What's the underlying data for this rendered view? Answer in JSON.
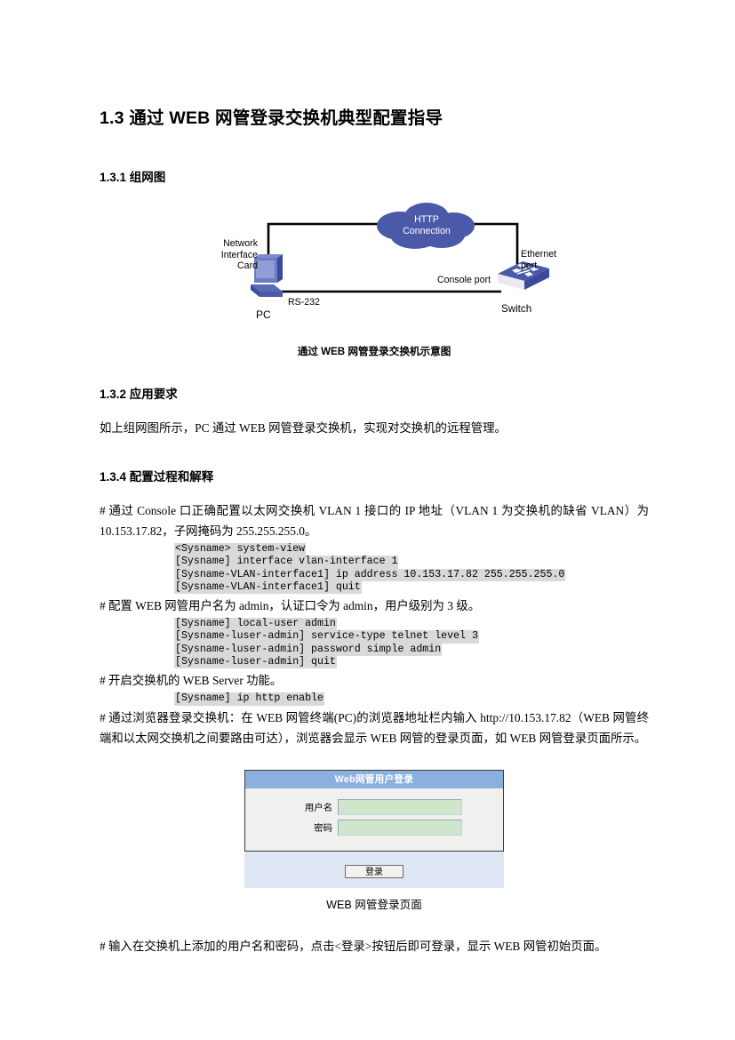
{
  "headings": {
    "section": "1.3  通过 WEB 网管登录交换机典型配置指导",
    "sub_1": "1.3.1  组网图",
    "sub_2": "1.3.2  应用要求",
    "sub_3": "1.3.4  配置过程和解释"
  },
  "diagram": {
    "cloud_line_1": "HTTP",
    "cloud_line_2": "Connection",
    "nic_label": "Network\nInterface\nCard",
    "ethernet_label": "Ethernet\nport",
    "console_label": "Console port",
    "rs232_label": "RS-232",
    "pc_label": "PC",
    "switch_label": "Switch",
    "caption": "通过 WEB 网管登录交换机示意图",
    "colors": {
      "cloud_fill": "#4a5aa8",
      "device_blue": "#3b4a99",
      "line": "#000000"
    }
  },
  "body": {
    "requirement": "如上组网图所示，PC 通过 WEB 网管登录交换机，实现对交换机的远程管理。",
    "step_1": "# 通过 Console 口正确配置以太网交换机 VLAN 1 接口的 IP 地址（VLAN 1 为交换机的缺省 VLAN）为 10.153.17.82，子网掩码为 255.255.255.0。",
    "step_2": "# 配置 WEB 网管用户名为 admin，认证口令为 admin，用户级别为 3 级。",
    "step_3": "# 开启交换机的 WEB Server 功能。",
    "step_4": "# 通过浏览器登录交换机：在 WEB 网管终端(PC)的浏览器地址栏内输入 http://10.153.17.82（WEB 网管终端和以太网交换机之间要路由可达），浏览器会显示 WEB 网管的登录页面，如 WEB 网管登录页面所示。",
    "step_5": "# 输入在交换机上添加的用户名和密码，点击<登录>按钮后即可登录，显示 WEB 网管初始页面。"
  },
  "code_blocks": {
    "block_1": [
      "<Sysname> system-view",
      "[Sysname] interface vlan-interface 1",
      "[Sysname-VLAN-interface1] ip address 10.153.17.82 255.255.255.0",
      "[Sysname-VLAN-interface1] quit"
    ],
    "block_2": [
      "[Sysname] local-user admin",
      "[Sysname-luser-admin] service-type telnet level 3",
      "[Sysname-luser-admin] password simple admin",
      "[Sysname-luser-admin] quit"
    ],
    "block_3": [
      "[Sysname] ip http enable"
    ]
  },
  "login_page": {
    "title": "Web网管用户登录",
    "username_label": "用户名",
    "password_label": "密码",
    "username_value": "",
    "password_value": "",
    "submit_label": "登录",
    "caption": "WEB 网管登录页面",
    "colors": {
      "title_bar": "#8ab0de",
      "input_fill": "#cfe6cc",
      "footer": "#dde6f2"
    }
  }
}
